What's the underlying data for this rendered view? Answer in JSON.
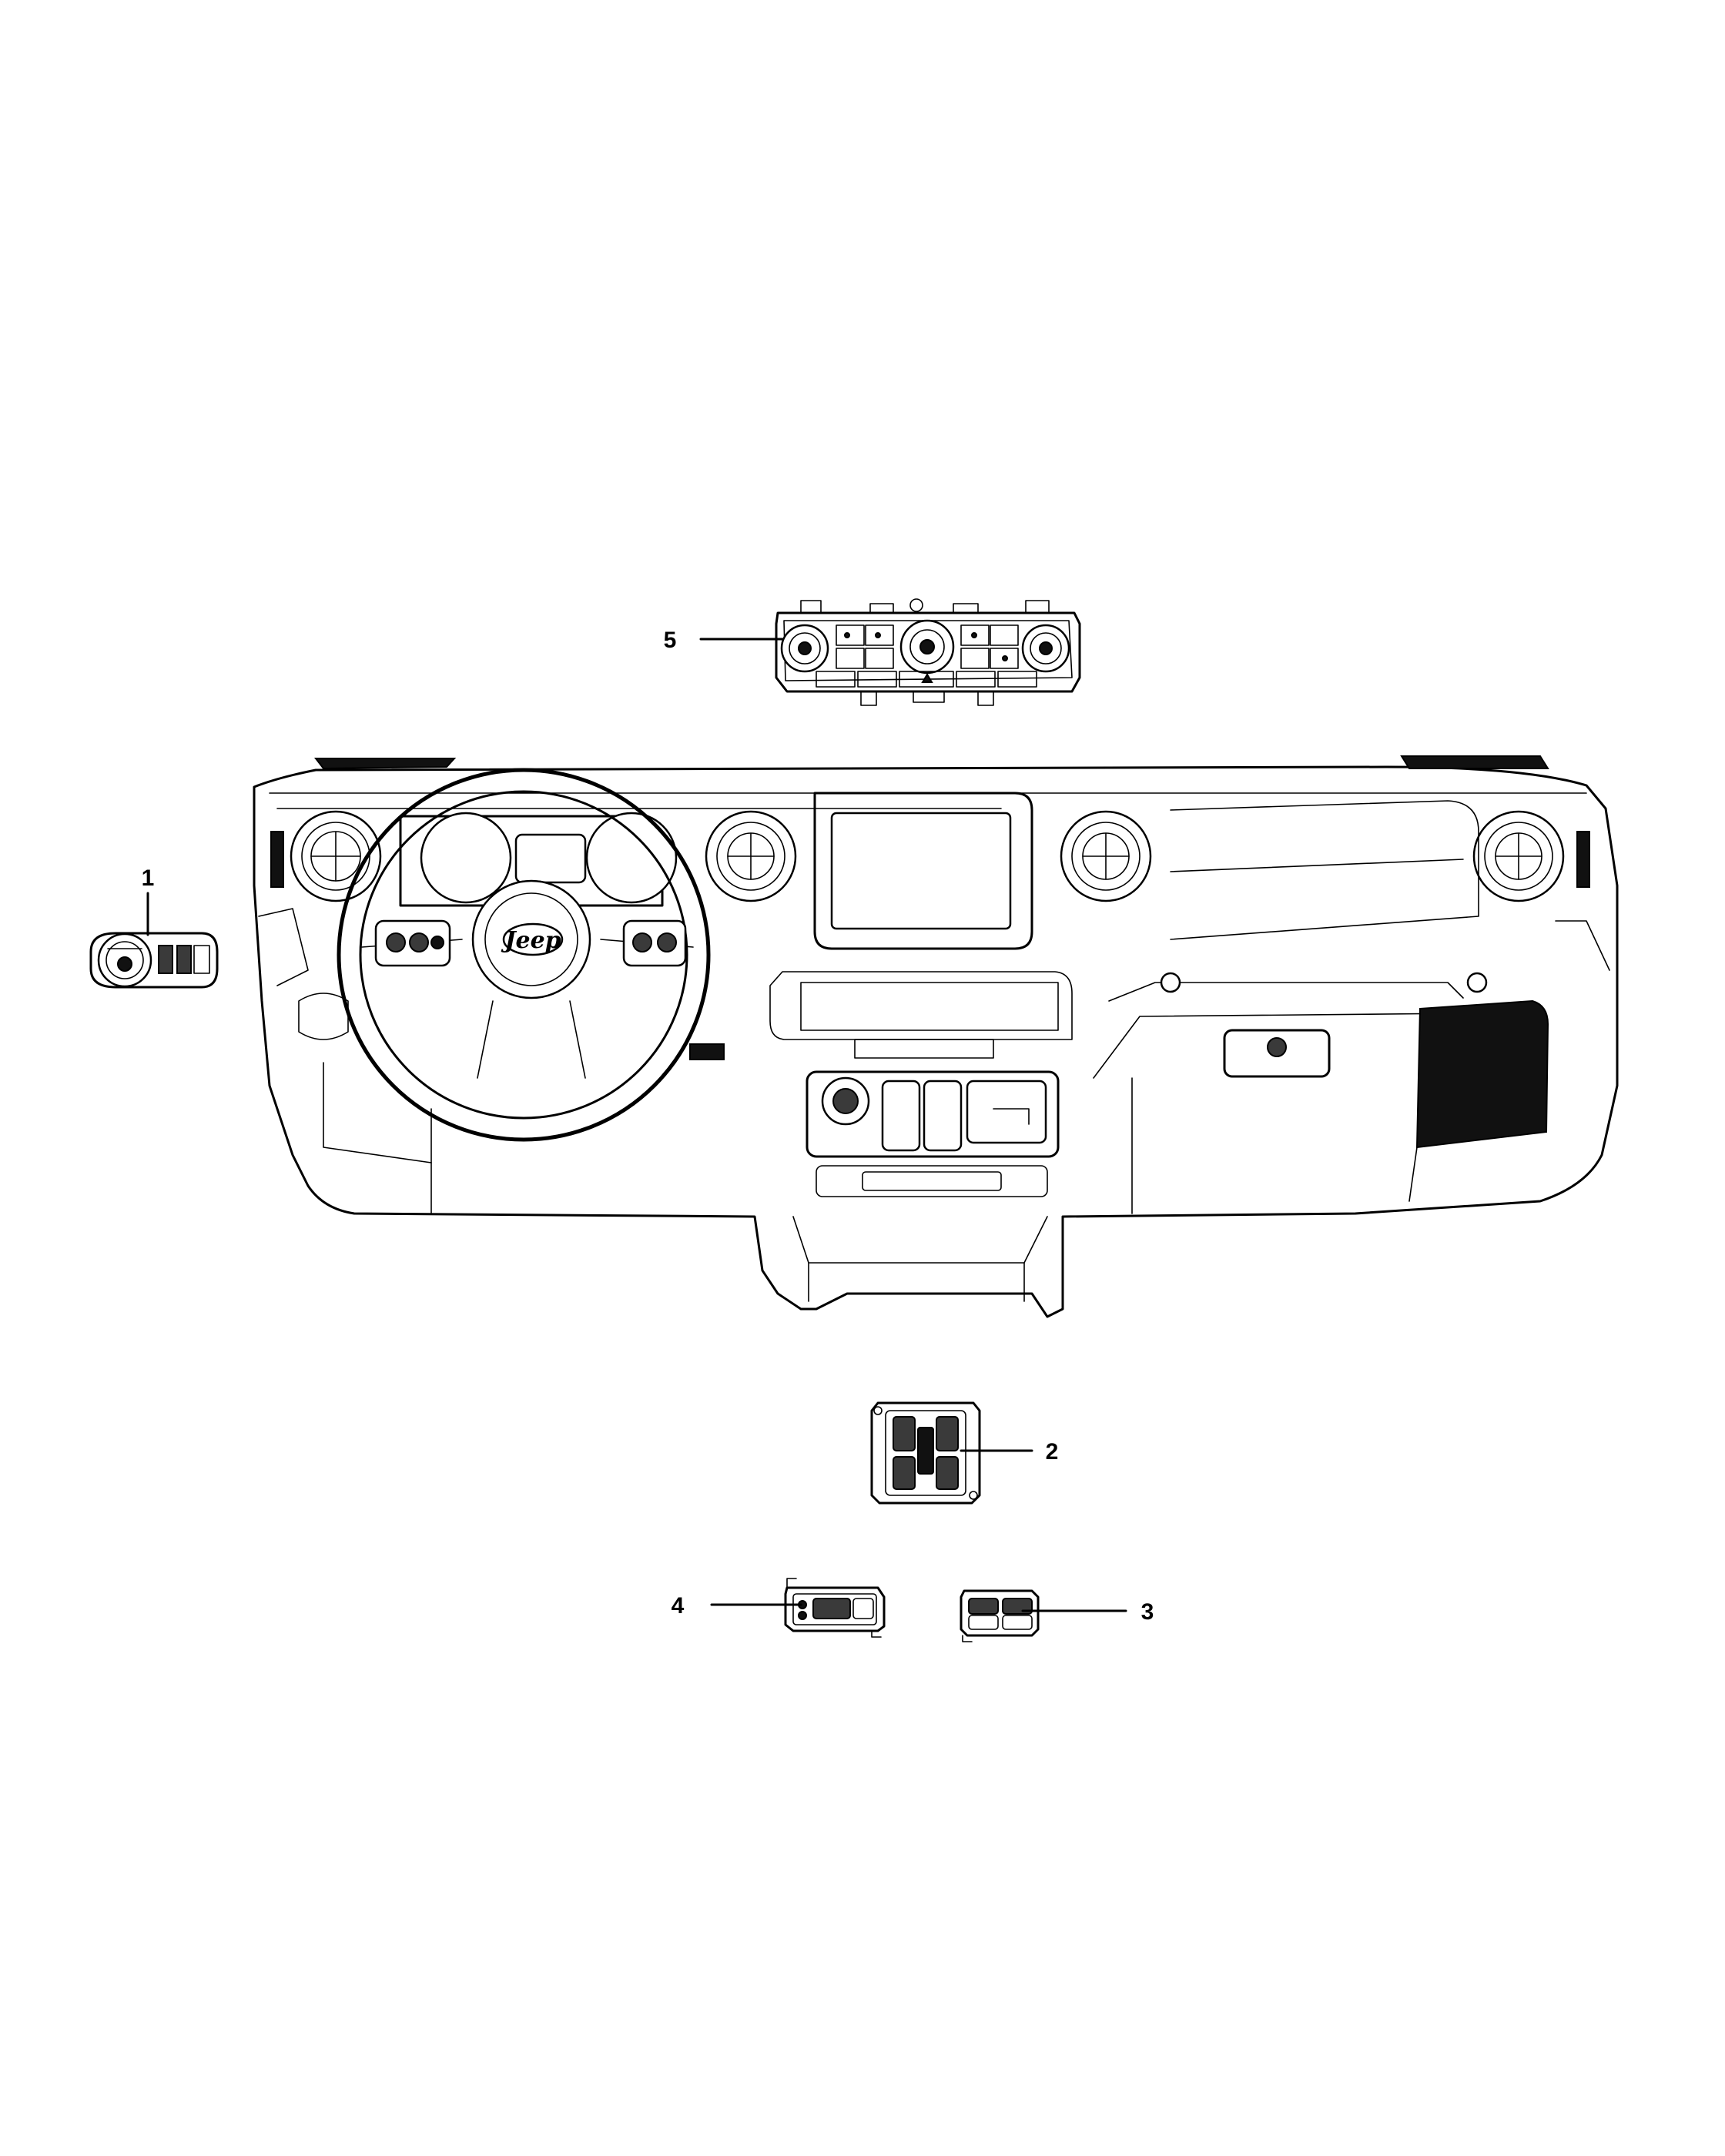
{
  "callouts": [
    {
      "id": "1",
      "label": "1"
    },
    {
      "id": "2",
      "label": "2"
    },
    {
      "id": "3",
      "label": "3"
    },
    {
      "id": "4",
      "label": "4"
    },
    {
      "id": "5",
      "label": "5"
    }
  ],
  "logo_text": "Jeep"
}
